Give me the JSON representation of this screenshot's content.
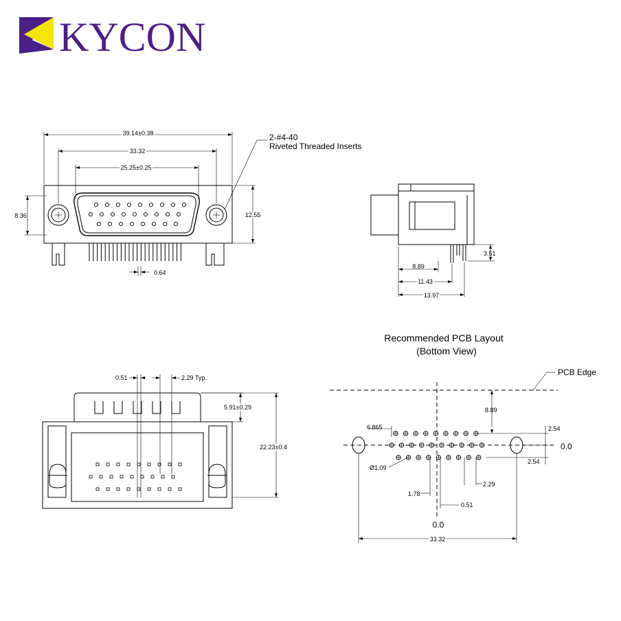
{
  "brand": {
    "name": "KYCON",
    "logo_colors": {
      "purple": "#4b1f8a",
      "yellow": "#f5e600"
    }
  },
  "front_view": {
    "width_overall": "39.14±0.38",
    "mount_spacing": "33.32",
    "shell_width": "25.25±0.25",
    "height_left": "8.36",
    "height_right": "12.55",
    "pin_width": "0.64",
    "callout_line1": "2-#4-40",
    "callout_line2": "Riveted Threaded Inserts"
  },
  "side_view": {
    "dim_a": "3.51",
    "dim_b": "8.89",
    "dim_c": "11.43",
    "dim_d": "13.97"
  },
  "bottom_view": {
    "pin_dia": "0.51",
    "pitch": "2.29 Typ.",
    "shell_height": "5.91±0.29",
    "overall_height": "22.23±0.4"
  },
  "pcb_layout": {
    "title_line1": "Recommended PCB Layout",
    "title_line2": "(Bottom View)",
    "pcb_edge_label": "PCB Edge",
    "edge_offset": "8.89",
    "first_pin_offset": "6.865",
    "row_spacing_top": "2.54",
    "row_spacing_bottom": "2.54",
    "origin_y": "0.0",
    "origin_x": "0.0",
    "hole_dia": "Ø1.09",
    "dim_178": "1.78",
    "dim_229": "2.29",
    "dim_051": "0.51",
    "mount_spacing": "33.32"
  }
}
